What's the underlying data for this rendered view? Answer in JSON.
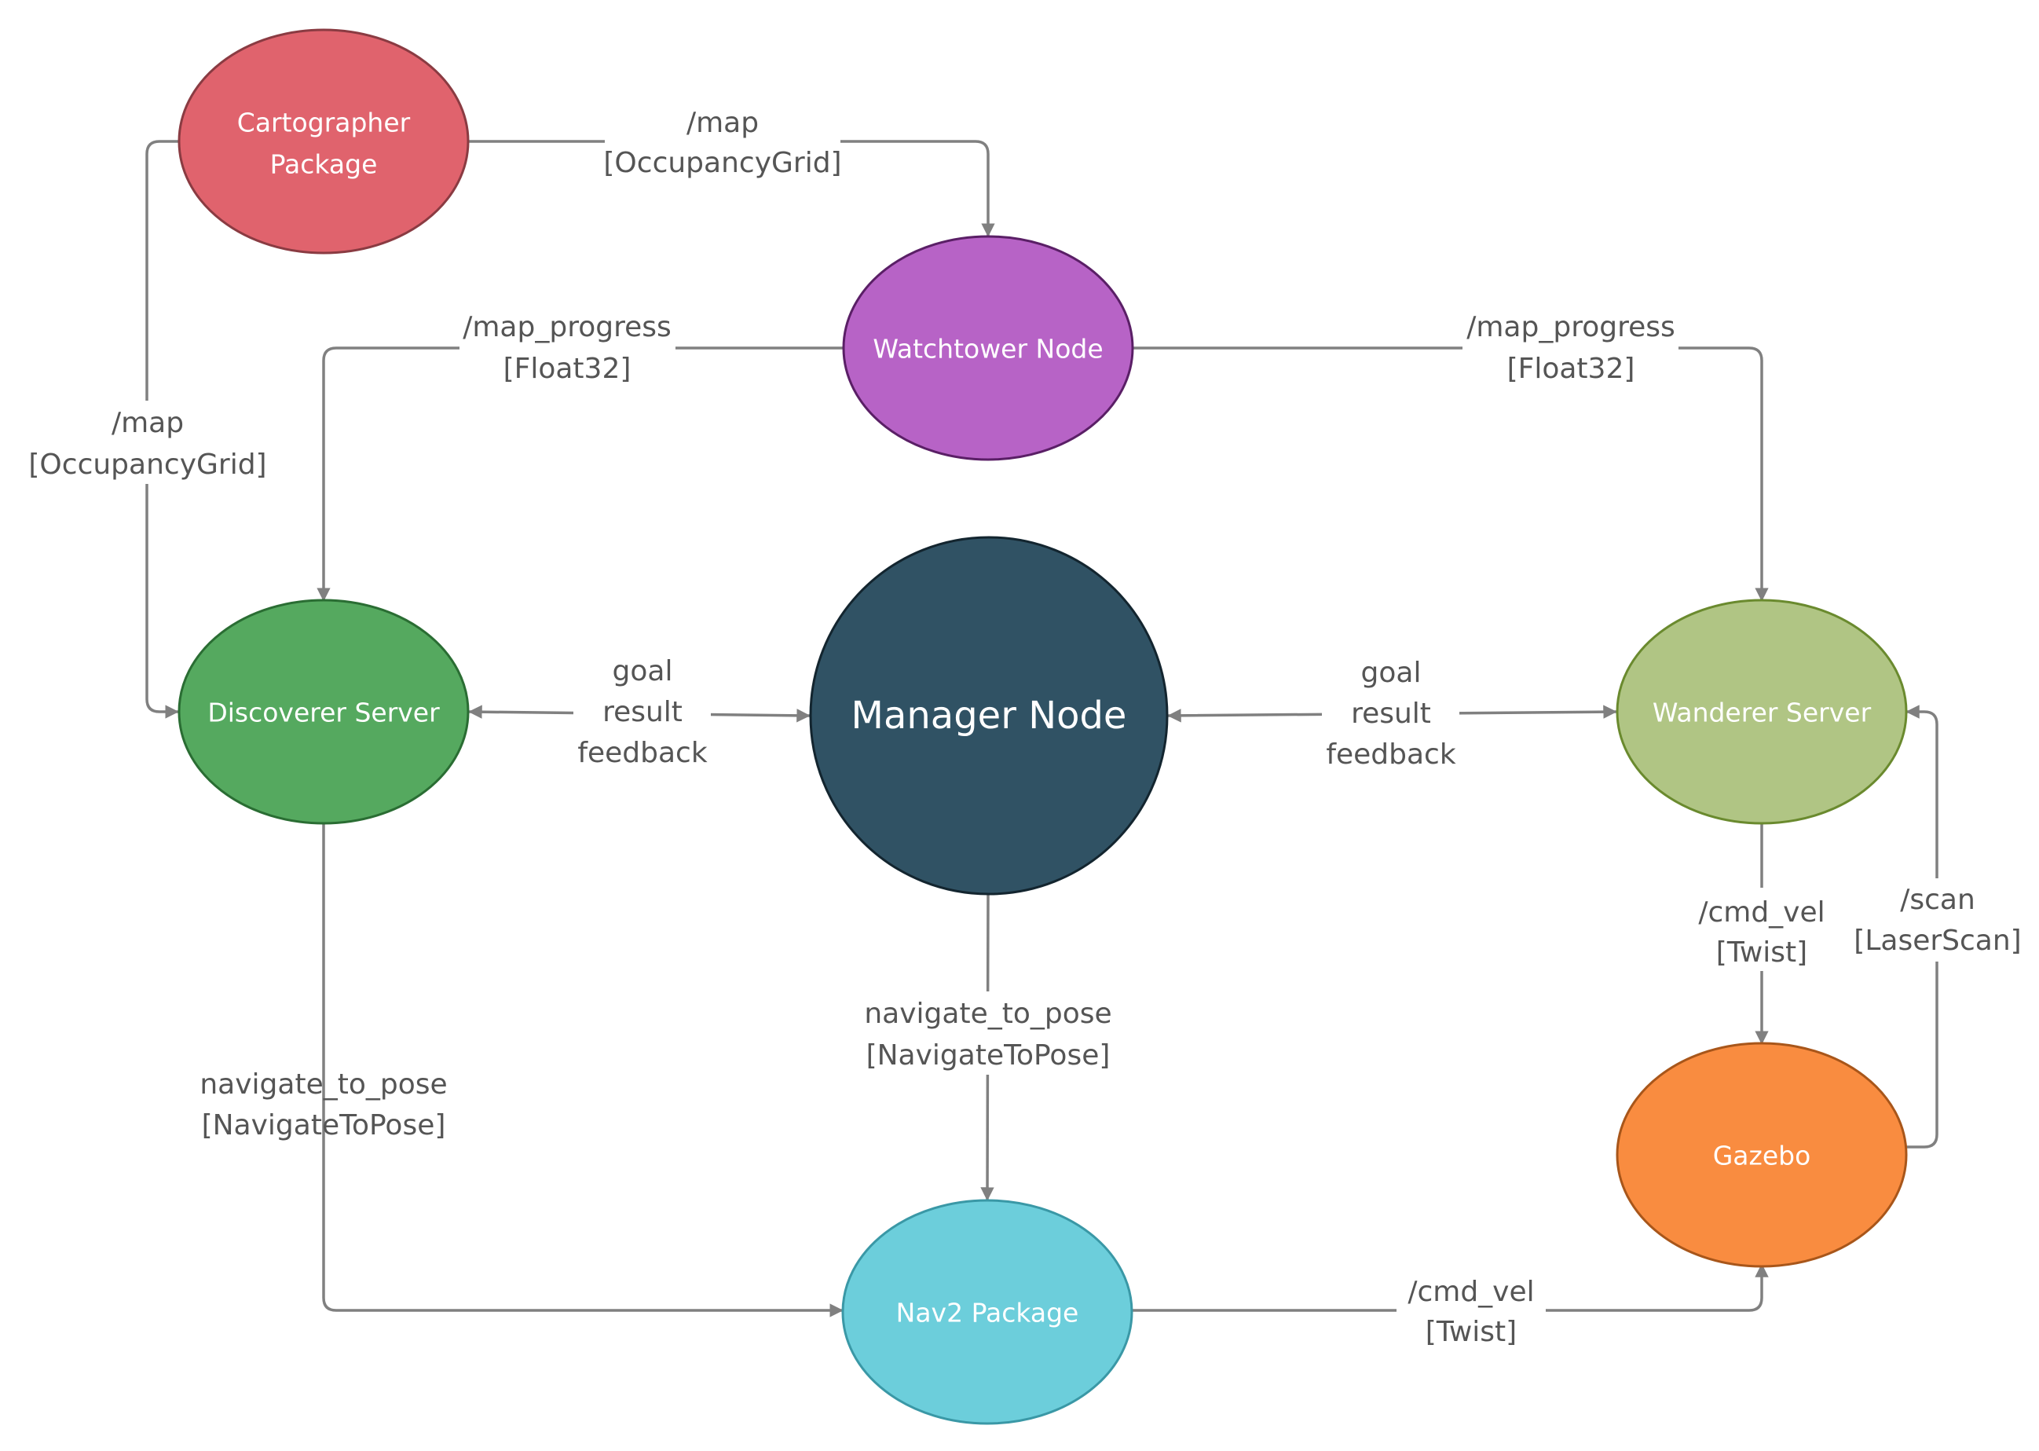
{
  "colors": {
    "cartographer": "#e0636d",
    "watchtower": "#b763c6",
    "manager": "#305264",
    "discoverer": "#55a95f",
    "wanderer": "#b0c584",
    "gazebo": "#f98c40",
    "nav2": "#6ccedb",
    "edge": "#808080"
  },
  "nodes": {
    "cartographer": {
      "line1": "Cartographer",
      "line2": "Package"
    },
    "watchtower": {
      "label": "Watchtower Node"
    },
    "manager": {
      "label": "Manager Node"
    },
    "discoverer": {
      "label": "Discoverer Server"
    },
    "wanderer": {
      "label": "Wanderer Server"
    },
    "gazebo": {
      "label": "Gazebo"
    },
    "nav2": {
      "label": "Nav2 Package"
    }
  },
  "edges": {
    "carto_to_watchtower": {
      "topic": "/map",
      "type": "[OccupancyGrid]"
    },
    "carto_to_discoverer": {
      "topic": "/map",
      "type": "[OccupancyGrid]"
    },
    "watchtower_to_discoverer": {
      "topic": "/map_progress",
      "type": "[Float32]"
    },
    "watchtower_to_wanderer": {
      "topic": "/map_progress",
      "type": "[Float32]"
    },
    "discoverer_manager": {
      "l1": "goal",
      "l2": "result",
      "l3": "feedback"
    },
    "manager_wanderer": {
      "l1": "goal",
      "l2": "result",
      "l3": "feedback"
    },
    "wanderer_to_gazebo": {
      "topic": "/cmd_vel",
      "type": "[Twist]"
    },
    "gazebo_to_wanderer": {
      "topic": "/scan",
      "type": "[LaserScan]"
    },
    "manager_to_nav2": {
      "topic": "navigate_to_pose",
      "type": "[NavigateToPose]"
    },
    "discoverer_to_nav2": {
      "topic": "navigate_to_pose",
      "type": "[NavigateToPose]"
    },
    "nav2_to_gazebo": {
      "topic": "/cmd_vel",
      "type": "[Twist]"
    }
  }
}
